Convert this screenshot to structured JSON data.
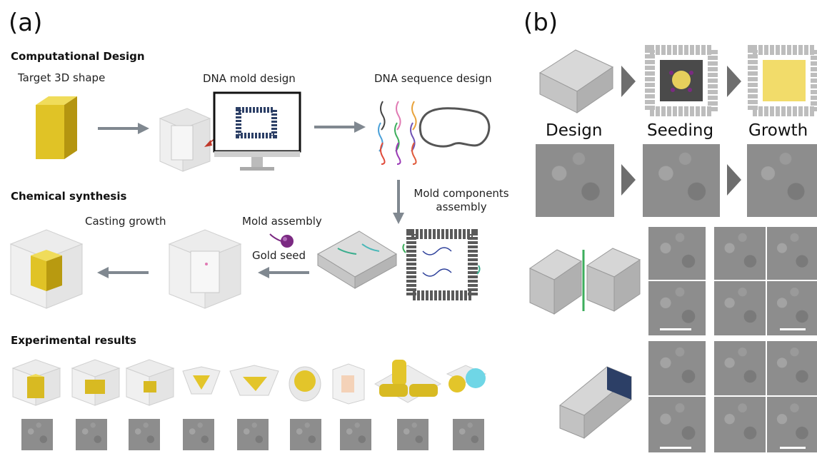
{
  "panel_a": {
    "label": "(a)",
    "computational_design": {
      "title": "Computational Design",
      "target_shape": "Target 3D shape",
      "mold_design": "DNA mold design",
      "sequence_design": "DNA sequence design"
    },
    "chemical_synthesis": {
      "title": "Chemical synthesis",
      "casting_growth": "Casting growth",
      "mold_assembly": "Mold assembly",
      "gold_seed": "Gold seed",
      "components_assembly": "Mold components\nassembly"
    },
    "experimental_results": {
      "title": "Experimental results"
    }
  },
  "panel_b": {
    "label": "(b)",
    "stages": [
      "Design",
      "Seeding",
      "Growth"
    ]
  },
  "colors": {
    "gold": "#e3c52a",
    "gold_dark": "#b89a10",
    "mold_gray": "#d8d8d8",
    "arrow_gray": "#808890",
    "dna_blue": "#2c3f66",
    "seed_purple": "#7b2a82",
    "cyan": "#6fd6e6"
  }
}
